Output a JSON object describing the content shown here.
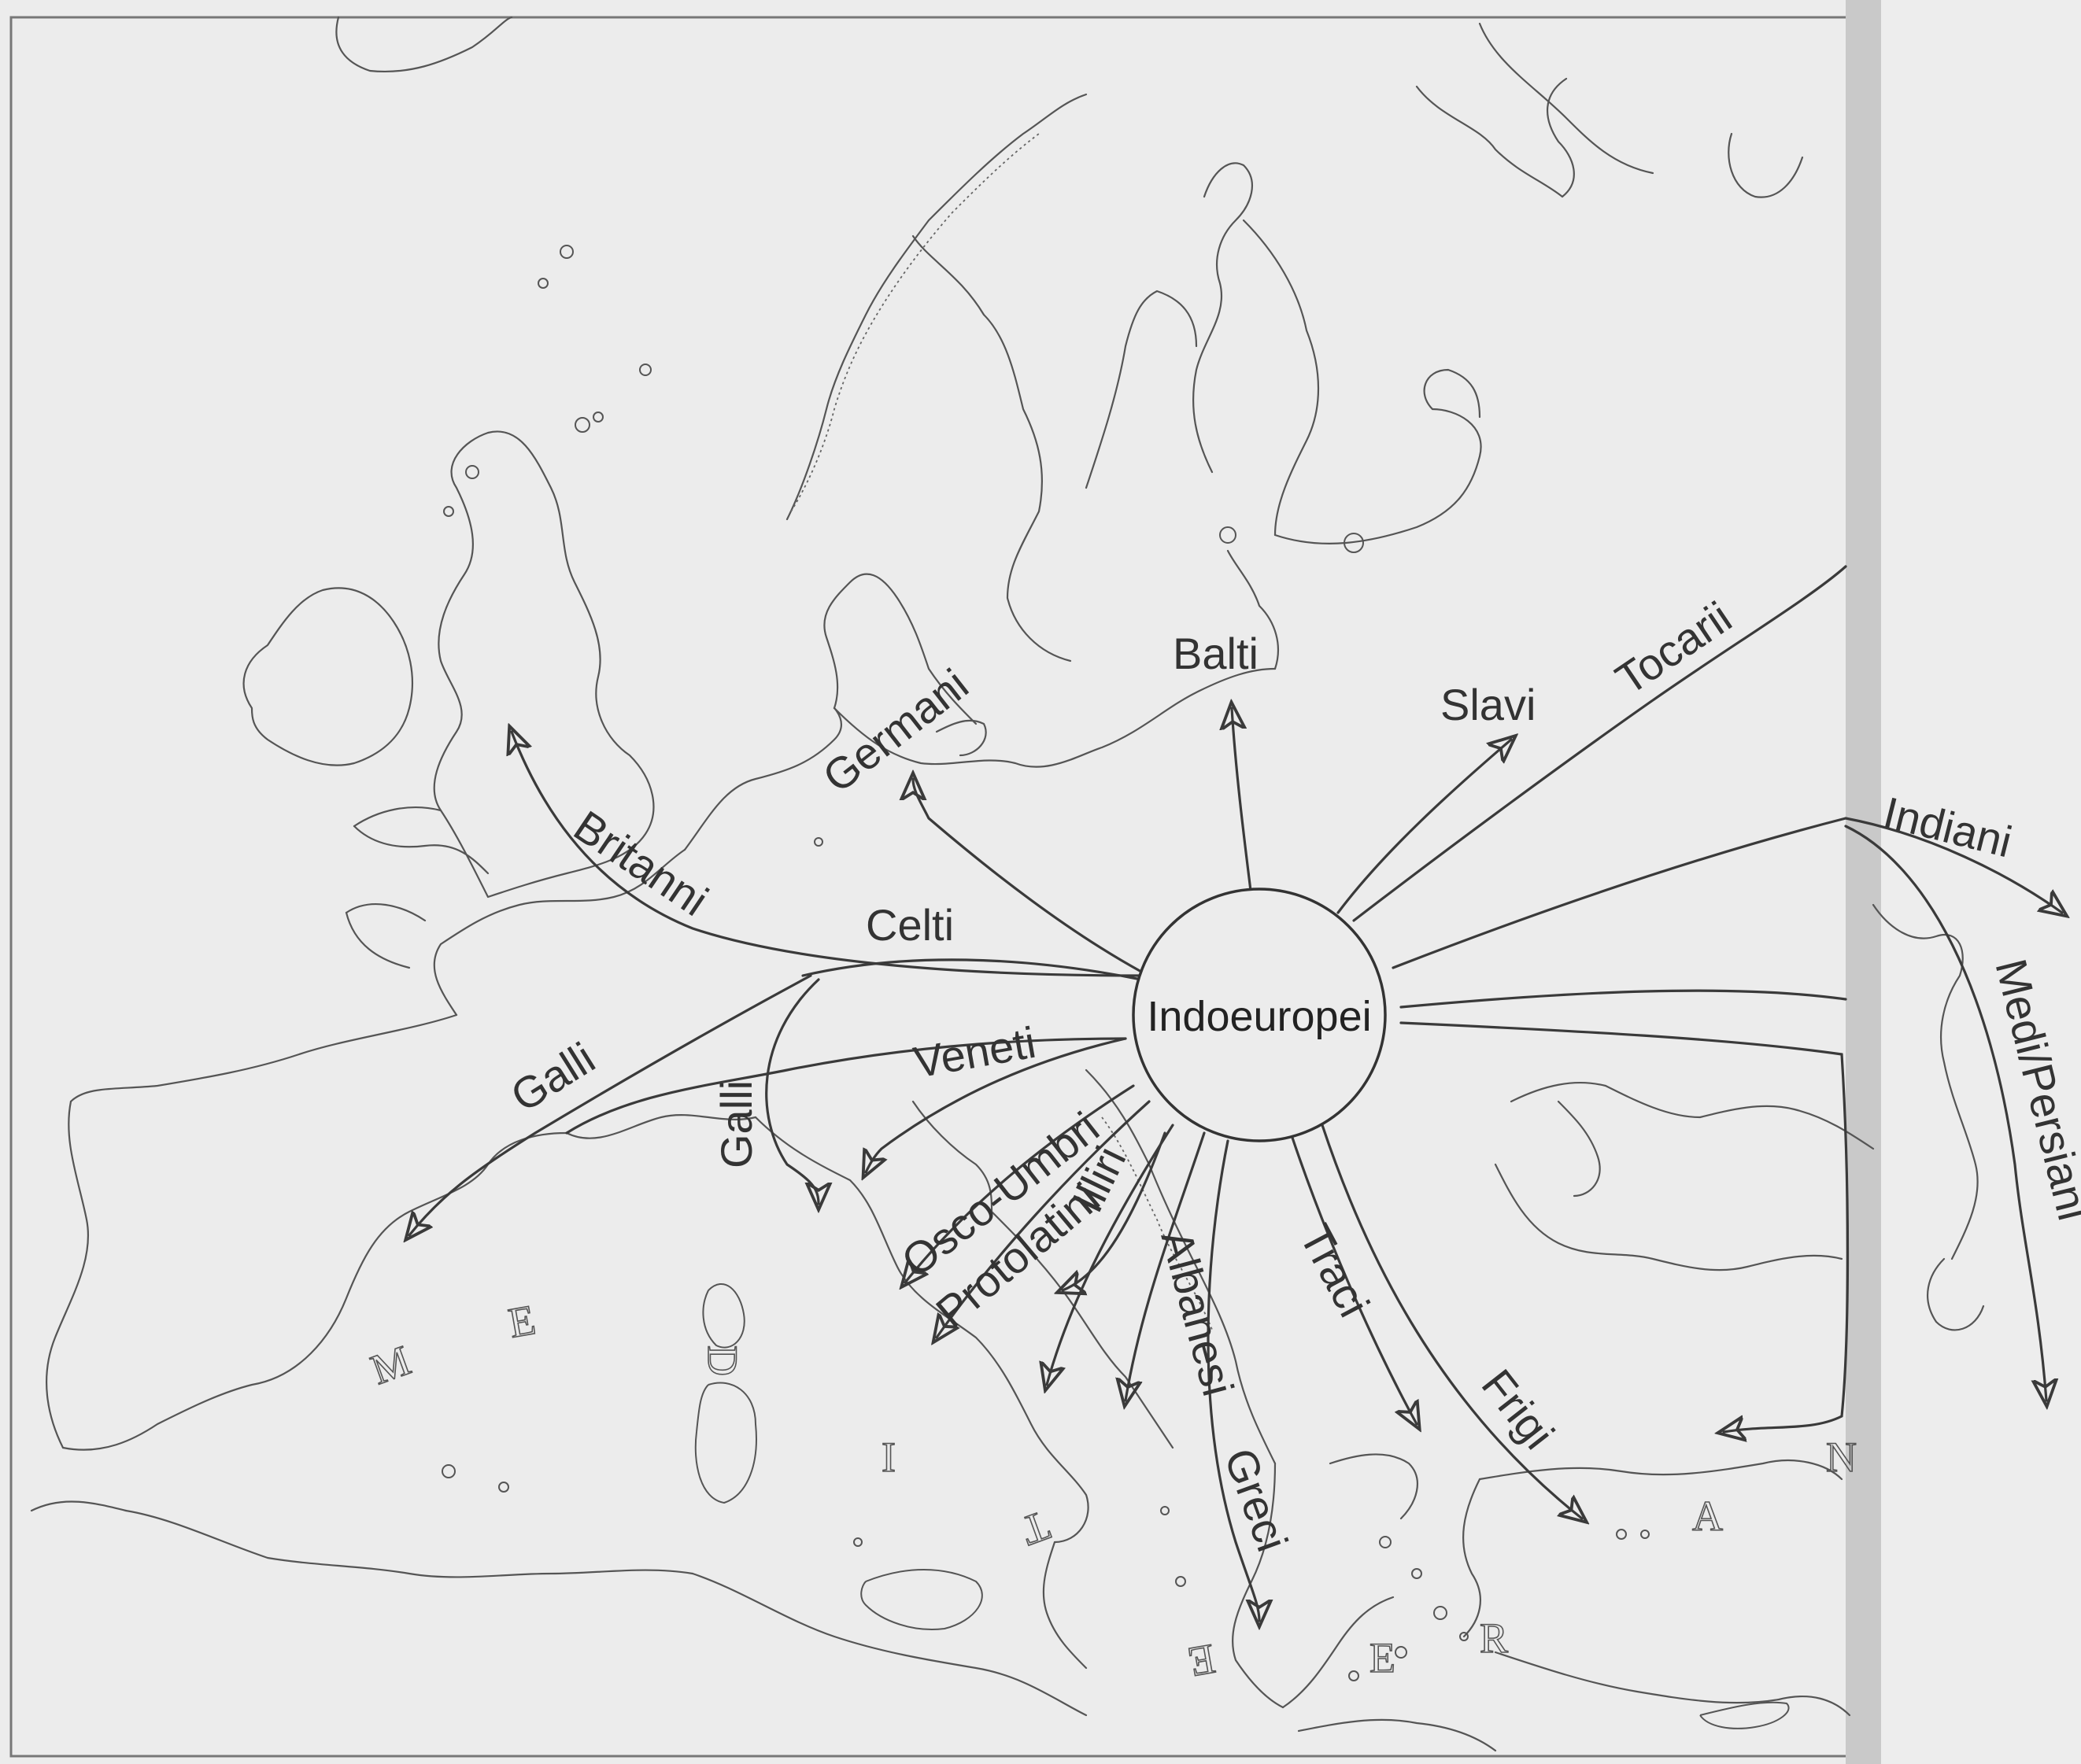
{
  "center": {
    "label": "Indoeuropei"
  },
  "peoples": {
    "britanni": "Britanni",
    "germani": "Germani",
    "balti": "Balti",
    "slavi": "Slavi",
    "tocarii": "Tocarii",
    "indiani": "Indiani",
    "medi_persiani": "Medi/Persiani",
    "celti": "Celti",
    "galli_west": "Galli",
    "galli_south": "Galli",
    "veneti": "Veneti",
    "osco_umbri": "Osco-Umbri",
    "protolatini": "Protolatini",
    "illiri": "Illiri",
    "albanesi": "Albanesi",
    "greci": "Greci",
    "traci": "Traci",
    "frigi": "Frigi"
  },
  "sea_letters": {
    "m1": "M",
    "e1": "E",
    "d1": "D",
    "i1": "I",
    "t1": "T",
    "e2": "E",
    "r1": "R",
    "a1": "A",
    "n1": "N",
    "e3": "E"
  },
  "style": {
    "paper": "#ececec",
    "ink": "#3a3a3a"
  }
}
